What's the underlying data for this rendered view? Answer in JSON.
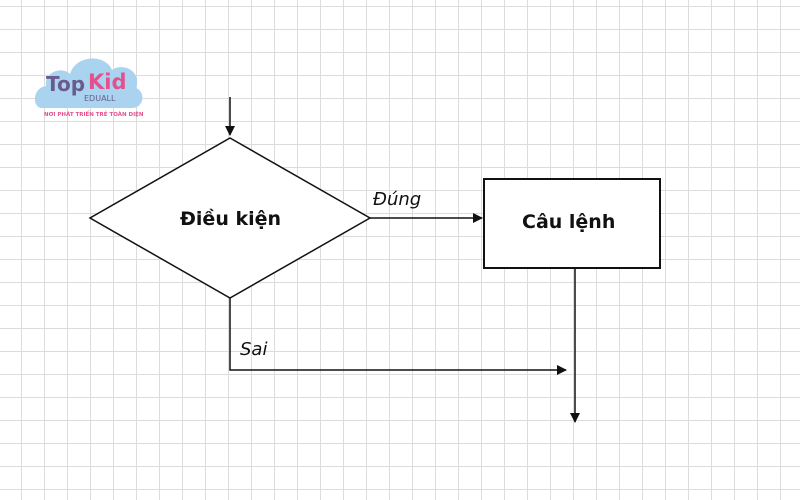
{
  "logo": {
    "brand_top": "Top",
    "brand_kid": "Kid",
    "sub": "EDUALL",
    "tagline": "NƠI PHÁT TRIỂN TRẺ TOÀN DIỆN"
  },
  "diagram": {
    "condition": "Điều kiện",
    "statement": "Câu lệnh",
    "true_label": "Đúng",
    "false_label": "Sai"
  }
}
